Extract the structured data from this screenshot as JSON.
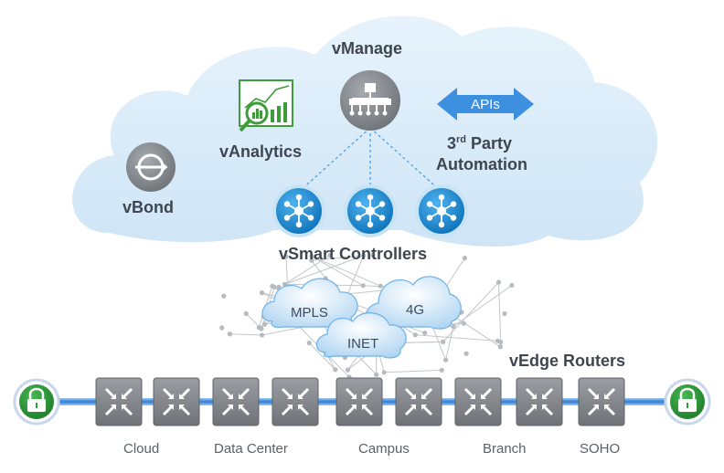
{
  "labels": {
    "vmanage": "vManage",
    "vanalytics": "vAnalytics",
    "vbond": "vBond",
    "apis": "APIs",
    "third_party_pre": "3",
    "third_party_sup": "rd",
    "third_party_post": " Party",
    "automation": "Automation",
    "vsmart": "vSmart Controllers",
    "vedge": "vEdge Routers"
  },
  "transports": [
    "MPLS",
    "4G",
    "INET"
  ],
  "sites": [
    "Cloud",
    "Data Center",
    "Campus",
    "Branch",
    "SOHO"
  ],
  "icons": {
    "vmanage": "org-chart-icon",
    "vanalytics": "analytics-chart-magnifier-icon",
    "vbond": "vbond-circle-icon",
    "vsmart": "controller-hub-icon",
    "vedge": "router-arrows-icon",
    "lock": "padlock-icon"
  },
  "colors": {
    "cloud_fill": "#d9ecf9",
    "controller_blue": "#1d8fd6",
    "router_gray": "#8a8d90",
    "lock_green": "#2e9e3c",
    "api_arrow": "#3d8fe0",
    "analytics_green": "#3e9c3a"
  }
}
